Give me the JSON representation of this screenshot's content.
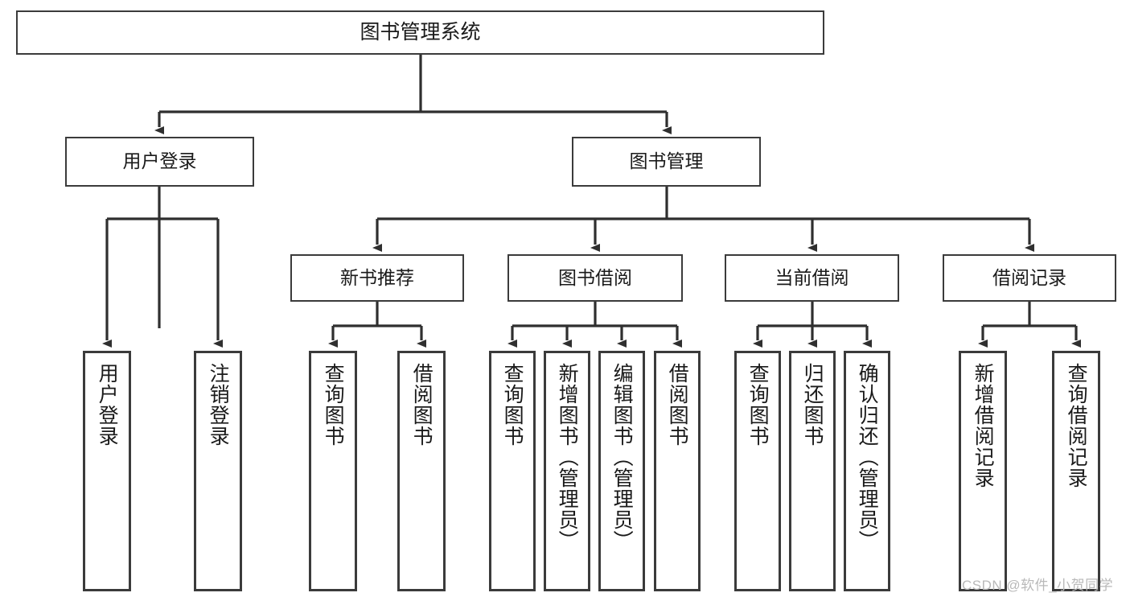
{
  "diagram": {
    "title": "图书管理系统",
    "type": "hierarchy-tree",
    "root": {
      "label": "图书管理系统"
    },
    "level1": [
      {
        "label": "用户登录"
      },
      {
        "label": "图书管理"
      }
    ],
    "level2": [
      {
        "label": "新书推荐"
      },
      {
        "label": "图书借阅"
      },
      {
        "label": "当前借阅"
      },
      {
        "label": "借阅记录"
      }
    ],
    "leaves": [
      {
        "label": "用户登录",
        "parent": "用户登录"
      },
      {
        "label": "注销登录",
        "parent": "用户登录"
      },
      {
        "label": "查询图书",
        "parent": "新书推荐"
      },
      {
        "label": "借阅图书",
        "parent": "新书推荐"
      },
      {
        "label": "查询图书",
        "parent": "图书借阅"
      },
      {
        "label": "新增图书（管理员）",
        "parent": "图书借阅"
      },
      {
        "label": "编辑图书（管理员）",
        "parent": "图书借阅"
      },
      {
        "label": "借阅图书",
        "parent": "图书借阅"
      },
      {
        "label": "查询图书",
        "parent": "当前借阅"
      },
      {
        "label": "归还图书",
        "parent": "当前借阅"
      },
      {
        "label": "确认归还（管理员）",
        "parent": "当前借阅"
      },
      {
        "label": "新增借阅记录",
        "parent": "借阅记录"
      },
      {
        "label": "查询借阅记录",
        "parent": "借阅记录"
      }
    ],
    "watermark": "CSDN @软件_小贺同学",
    "colors": {
      "stroke": "#3b3b3b",
      "fill": "#ffffff",
      "text": "#1a1a1a",
      "watermark": "#b9b9b9"
    }
  }
}
